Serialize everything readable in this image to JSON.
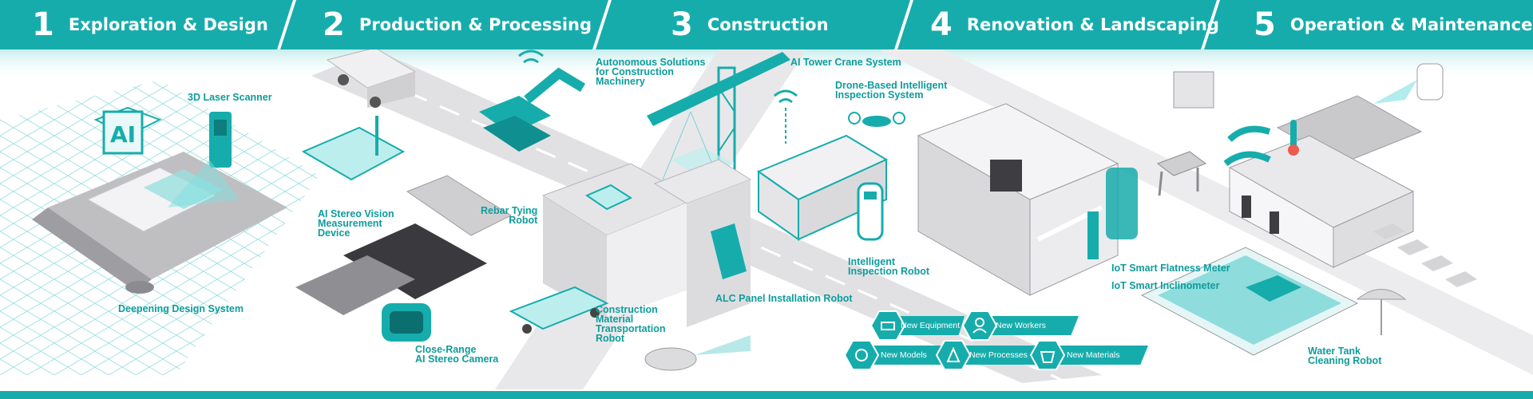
{
  "colors": {
    "accent": "#17acac",
    "accent_dark": "#0f9c9c",
    "gray": "#d9d9d9"
  },
  "stages": [
    {
      "num": "1",
      "title": "Exploration & Design"
    },
    {
      "num": "2",
      "title": "Production & Processing"
    },
    {
      "num": "3",
      "title": "Construction"
    },
    {
      "num": "4",
      "title": "Renovation & Landscaping"
    },
    {
      "num": "5",
      "title": "Operation & Maintenance"
    }
  ],
  "labels": {
    "laser_scanner": "3D Laser Scanner",
    "design_system": "Deepening Design System",
    "stereo_vision": "AI Stereo Vision\nMeasurement\nDevice",
    "stereo_camera": "Close-Range\nAI Stereo Camera",
    "autonomous": "Autonomous Solutions\nfor Construction\nMachinery",
    "tower_crane": "AI Tower Crane System",
    "rebar_robot": "Rebar Tying\nRobot",
    "material_robot": "Construction\nMaterial\nTransportation\nRobot",
    "alc_robot": "ALC Panel Installation Robot",
    "drone_inspection": "Drone-Based Intelligent\nInspection System",
    "inspection_robot": "Intelligent\nInspection Robot",
    "flatness_meter": "IoT Smart Flatness Meter",
    "inclinometer": "IoT Smart Inclinometer",
    "tank_robot": "Water Tank\nCleaning Robot"
  },
  "ai_chip": "AI",
  "badges": {
    "new_equipment": "New Equipment",
    "new_workers": "New Workers",
    "new_models": "New Models",
    "new_processes": "New Processes",
    "new_materials": "New Materials"
  }
}
